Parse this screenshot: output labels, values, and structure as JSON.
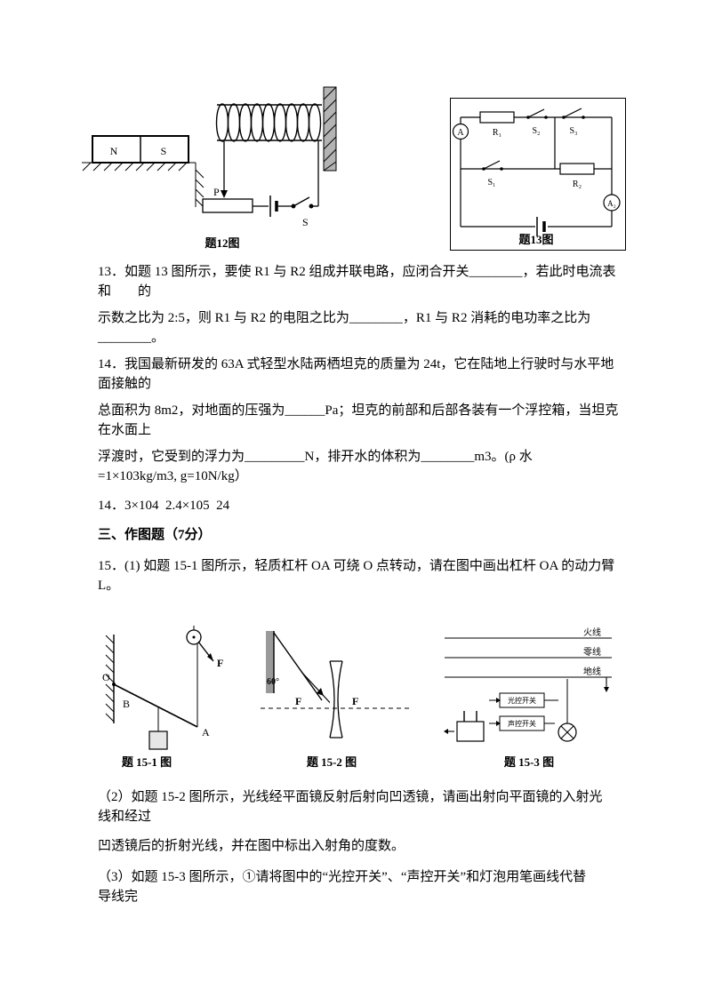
{
  "doc": {
    "q13": {
      "l1": "13．如题 13 图所示，要使 R1 与 R2 组成并联电路，应闭合开关________，若此时电流表",
      "l2": "和　　的",
      "l3": "示数之比为 2:5，则 R1 与 R2 的电阻之比为________，R1 与 R2 消耗的电功率之比为",
      "l4": "________。"
    },
    "q14": {
      "l1": "14．我国最新研发的 63A 式轻型水陆两栖坦克的质量为 24t，它在陆地上行驶时与水平地",
      "l2": "面接触的",
      "l3": "总面积为 8m2，对地面的压强为______Pa；坦克的前部和后部各装有一个浮控箱，当坦克",
      "l4": "在水面上",
      "l5": "浮渡时，它受到的浮力为_________N，排开水的体积为________m3。(ρ 水",
      "l6": "=1×103kg/m3, g=10N/kg）"
    },
    "ans14": "14．3×104  2.4×105  24",
    "section3": "三、作图题（7分）",
    "q15": {
      "l1": "15．(1) 如题 15-1 图所示，轻质杠杆 OA 可绕 O 点转动，请在图中画出杠杆 OA 的动力臂",
      "l2": "L。"
    },
    "q15_2": {
      "l1": "（2）如题 15-2 图所示，光线经平面镜反射后射向凹透镜，请画出射向平面镜的入射光",
      "l2": "线和经过",
      "l3": "凹透镜后的折射光线，并在图中标出入射角的度数。"
    },
    "q15_3": {
      "l1": "（3）如题 15-3 图所示，①请将图中的“光控开关”、“声控开关”和灯泡用笔画线代替",
      "l2": "导线完"
    }
  },
  "fig12": {
    "caption": "题12图",
    "n": "N",
    "s": "S",
    "p": "P",
    "sw": "S"
  },
  "fig13": {
    "caption": "题13图",
    "a1": "A",
    "a2": "A₂",
    "r1": "R₁",
    "r2": "R₂",
    "s1": "S₁",
    "s2": "S₂",
    "s3": "S₃"
  },
  "fig151": {
    "caption": "题 15-1 图",
    "o": "O",
    "b": "B",
    "a": "A",
    "f": "F"
  },
  "fig152": {
    "caption": "题 15-2 图",
    "angle": "60°",
    "f_left": "F",
    "f_right": "F"
  },
  "fig153": {
    "caption": "题 15-3 图",
    "live": "火线",
    "neutral": "零线",
    "ground": "地线",
    "light_switch": "光控开关",
    "sound_switch": "声控开关"
  }
}
